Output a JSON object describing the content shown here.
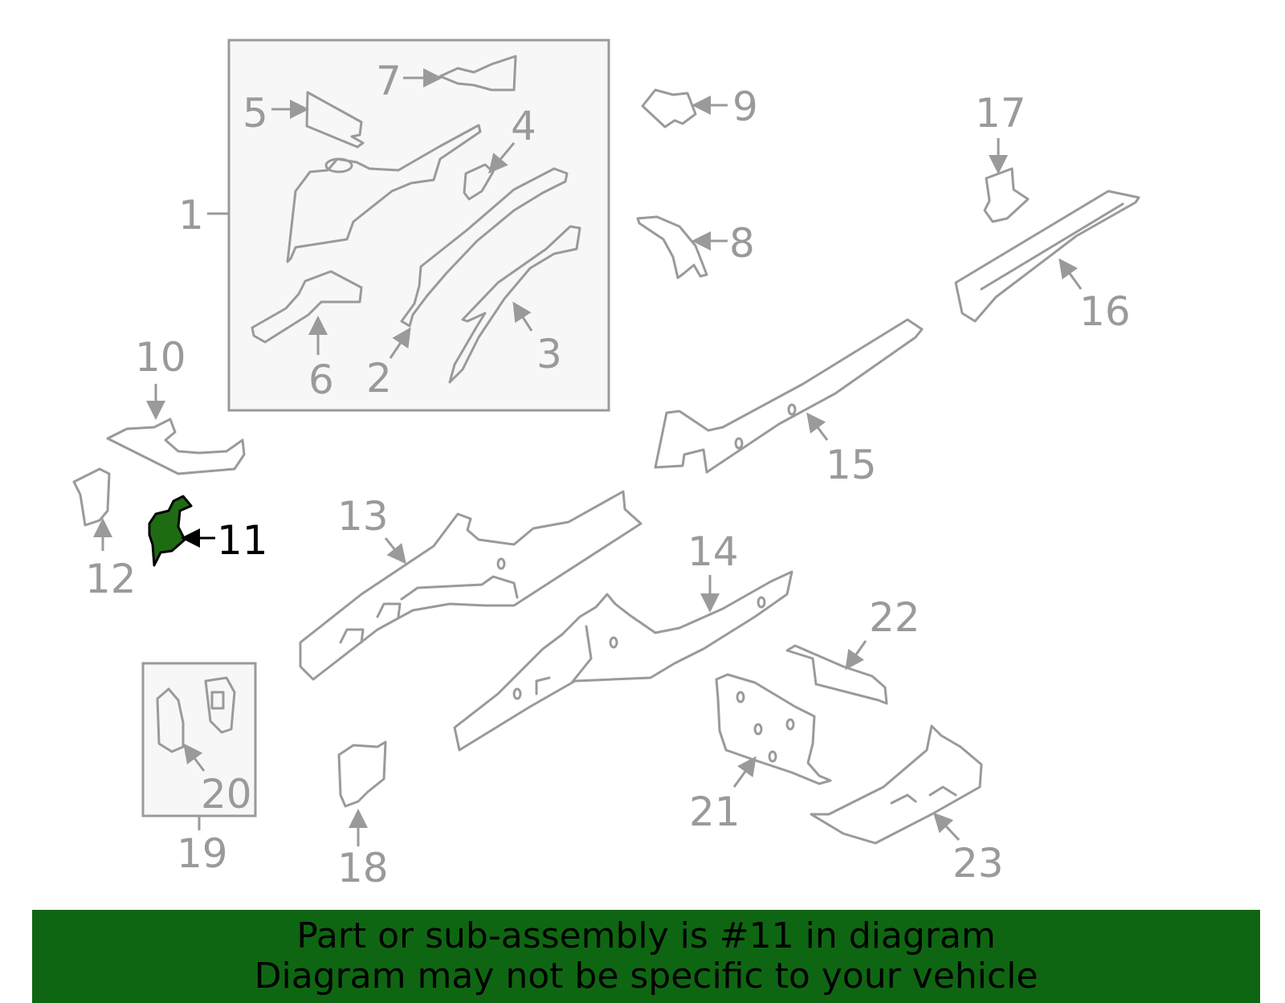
{
  "diagram": {
    "labels": {
      "p1": "1",
      "p2": "2",
      "p3": "3",
      "p4": "4",
      "p5": "5",
      "p6": "6",
      "p7": "7",
      "p8": "8",
      "p9": "9",
      "p10": "10",
      "p11": "11",
      "p12": "12",
      "p13": "13",
      "p14": "14",
      "p15": "15",
      "p16": "16",
      "p17": "17",
      "p18": "18",
      "p19": "19",
      "p20": "20",
      "p21": "21",
      "p22": "22",
      "p23": "23"
    },
    "highlighted_part": "11"
  },
  "banner": {
    "line1": "Part or sub-assembly is #11 in diagram",
    "line2": "Diagram may not be specific to your vehicle"
  },
  "colors": {
    "line": "#9a9a9a",
    "highlight_fill": "#1f6b14",
    "banner_bg": "#0f6612",
    "box_bg": "#f7f7f7"
  }
}
